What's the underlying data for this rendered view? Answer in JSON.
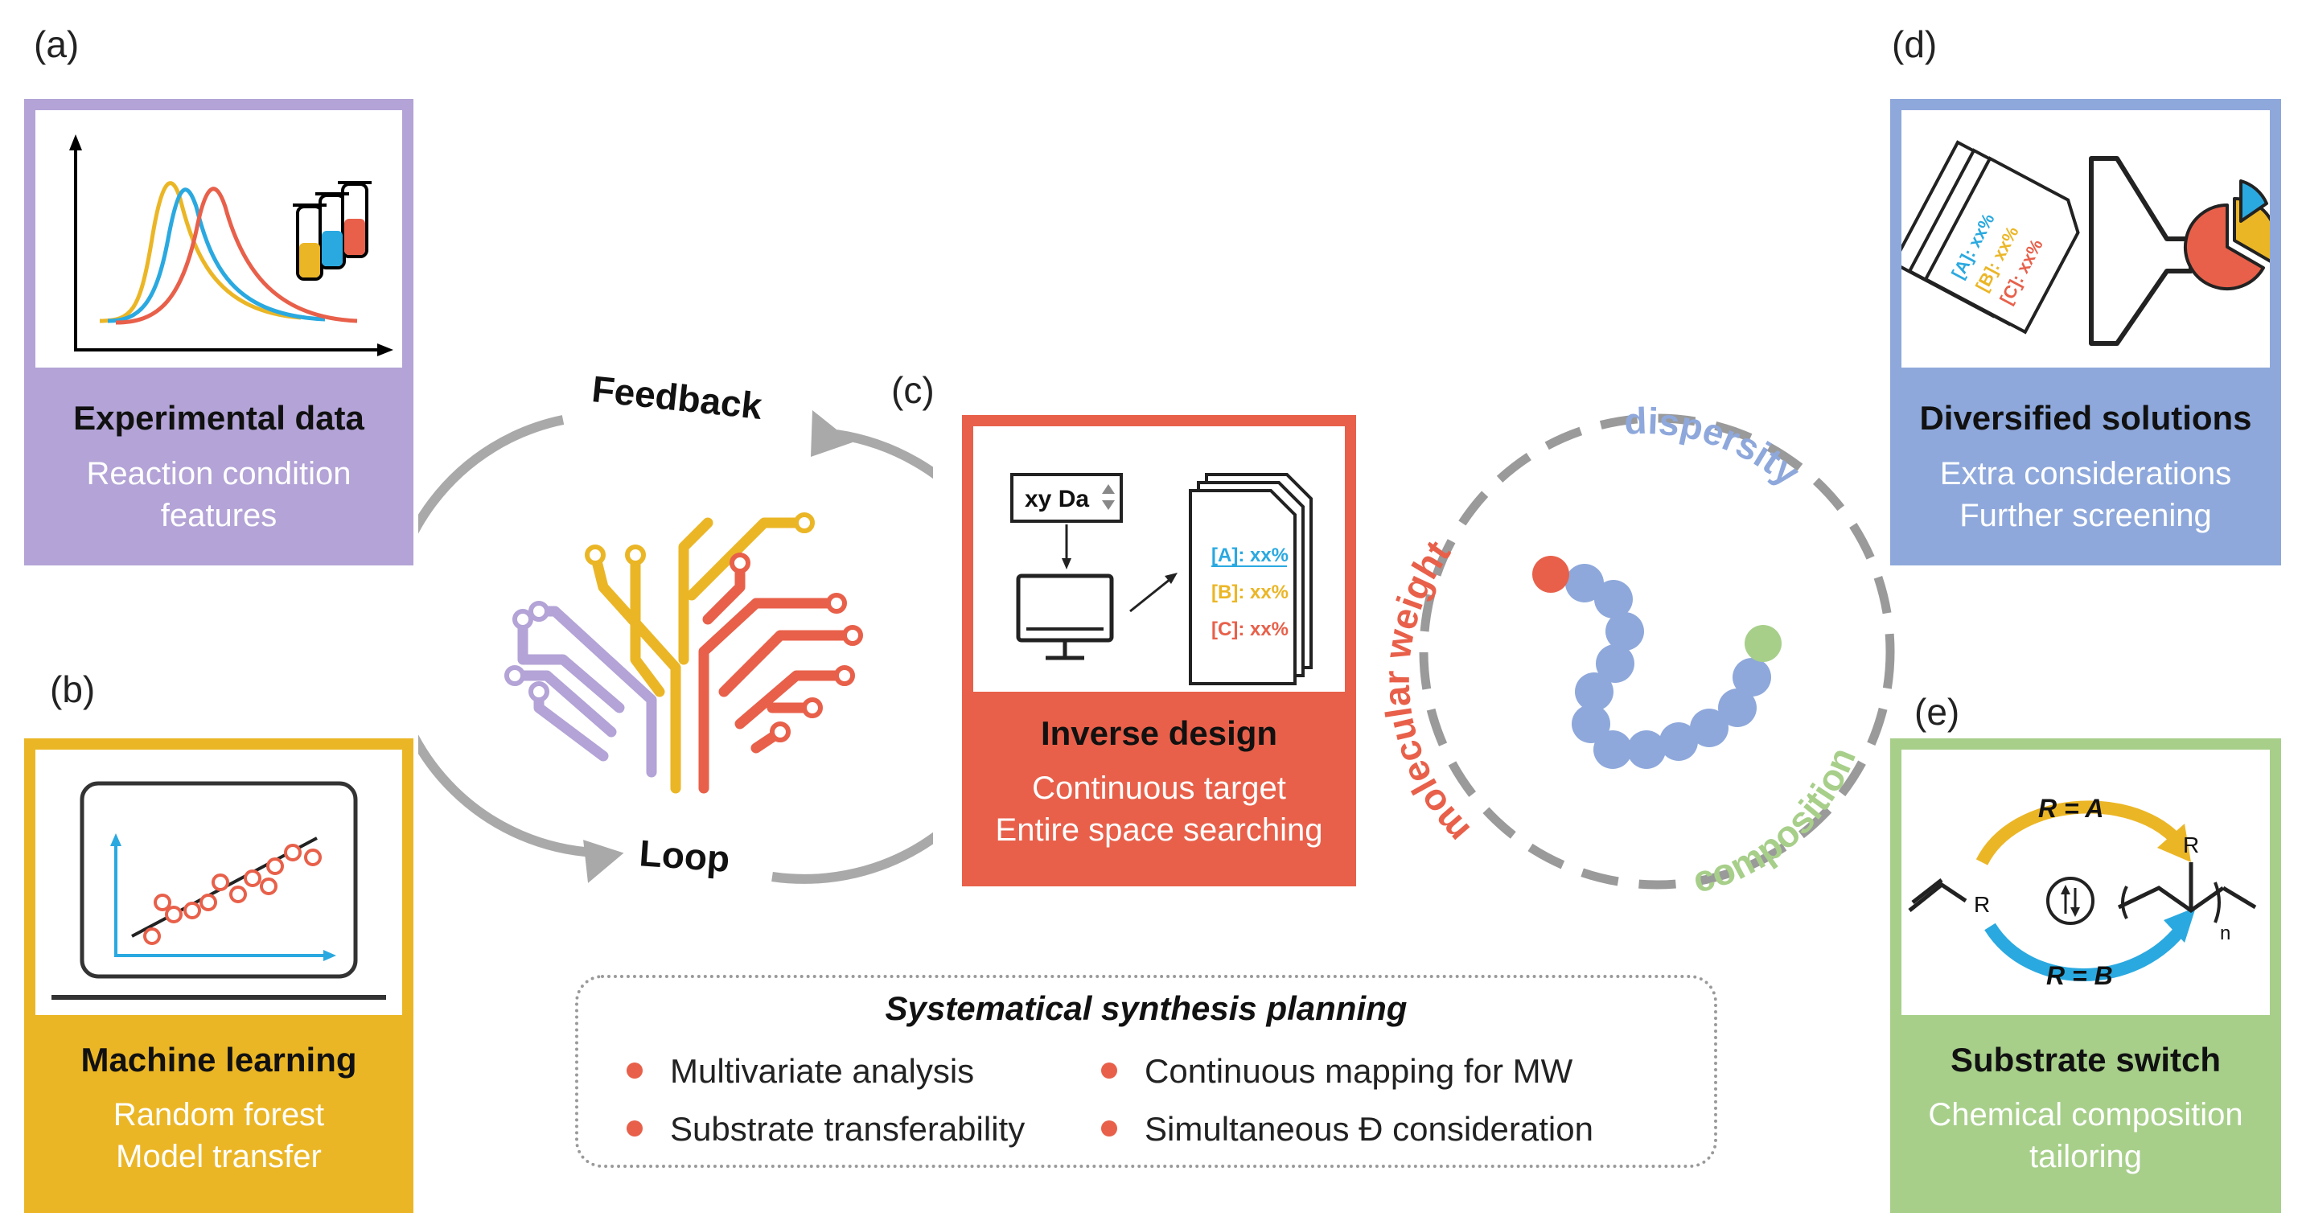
{
  "colors": {
    "purple": "#b3a3d6",
    "yellow": "#ebb626",
    "red": "#e8604a",
    "blue": "#8ea8db",
    "green": "#a7cf8a",
    "cyan": "#2aa9e0",
    "gray": "#a9a9a9"
  },
  "panels": {
    "a": {
      "letter": "(a)",
      "title": "Experimental data",
      "subtitle_lines": [
        "Reaction condition",
        "features"
      ]
    },
    "b": {
      "letter": "(b)",
      "title": "Machine learning",
      "subtitle_lines": [
        "Random forest",
        "Model transfer"
      ]
    },
    "c": {
      "letter": "(c)",
      "title": "Inverse design",
      "subtitle_lines": [
        "Continuous target",
        "Entire space searching"
      ],
      "input_label": "xy Da",
      "doc_lines": [
        "[A]: xx%",
        "[B]: xx%",
        "[C]: xx%"
      ]
    },
    "d": {
      "letter": "(d)",
      "title": "Diversified solutions",
      "subtitle_lines": [
        "Extra considerations",
        "Further screening"
      ],
      "doc_lines": [
        "[A]: xx%",
        "[B]: xx%",
        "[C]: xx%"
      ]
    },
    "e": {
      "letter": "(e)",
      "title": "Substrate switch",
      "subtitle_lines": [
        "Chemical composition",
        "tailoring"
      ],
      "top_label": "R = A",
      "bottom_label": "R = B",
      "substituent": "R",
      "subscript": "n"
    }
  },
  "loop": {
    "top_label": "Feedback",
    "bottom_label": "Loop"
  },
  "polymer_ring": {
    "labels": [
      "molecular weight",
      "dispersity",
      "composition"
    ]
  },
  "legend": {
    "title": "Systematical synthesis planning",
    "items": [
      "Multivariate analysis",
      "Continuous mapping for MW",
      "Substrate transferability",
      "Simultaneous Đ consideration"
    ]
  }
}
